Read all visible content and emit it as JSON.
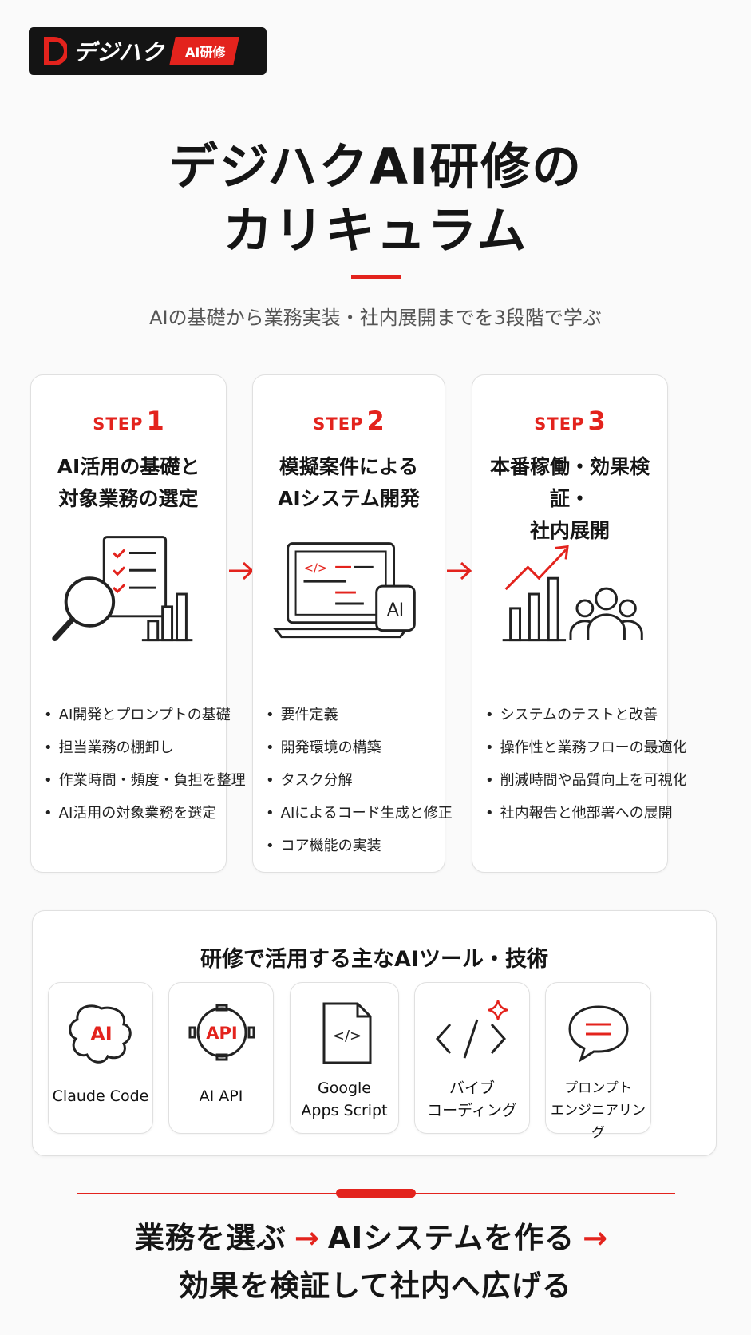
{
  "logo": {
    "name": "デジハク",
    "tag": "AI研修"
  },
  "header": {
    "title_line1": "デジハクAI研修の",
    "title_line2": "カリキュラム",
    "subtitle": "AIの基礎から業務実装・社内展開までを3段階で学ぶ"
  },
  "colors": {
    "accent": "#e3231d",
    "text": "#151515",
    "background": "#fafafa"
  },
  "steps": [
    {
      "word": "STEP",
      "number": "1",
      "title_line1": "AI活用の基礎と",
      "title_line2": "対象業務の選定",
      "icon": "checklist-magnifier-chart-icon",
      "items": [
        "AI開発とプロンプトの基礎",
        "担当業務の棚卸し",
        "作業時間・頻度・負担を整理",
        "AI活用の対象業務を選定"
      ]
    },
    {
      "word": "STEP",
      "number": "2",
      "title_line1": "模擬案件による",
      "title_line2": "AIシステム開発",
      "icon": "laptop-code-ai-icon",
      "icon_badge": "AI",
      "items": [
        "要件定義",
        "開発環境の構築",
        "タスク分解",
        "AIによるコード生成と修正",
        "コア機能の実装"
      ]
    },
    {
      "word": "STEP",
      "number": "3",
      "title_line1": "本番稼働・効果検証・",
      "title_line2": "社内展開",
      "icon": "growth-chart-team-icon",
      "items": [
        "システムのテストと改善",
        "操作性と業務フローの最適化",
        "削減時間や品質向上を可視化",
        "社内報告と他部署への展開"
      ]
    }
  ],
  "tools": {
    "title": "研修で活用する主なAIツール・技術",
    "items": [
      {
        "icon": "ai-brain-icon",
        "icon_text": "AI",
        "line1": "Claude Code",
        "line2": ""
      },
      {
        "icon": "api-gear-icon",
        "icon_text": "API",
        "line1": "AI API",
        "line2": ""
      },
      {
        "icon": "code-file-icon",
        "icon_text": "",
        "line1": "Google",
        "line2": "Apps Script"
      },
      {
        "icon": "code-sparkle-icon",
        "icon_text": "",
        "line1": "バイブ",
        "line2": "コーディング"
      },
      {
        "icon": "chat-bubble-icon",
        "icon_text": "",
        "line1": "プロンプト",
        "line2": "エンジニアリング"
      }
    ]
  },
  "footer": {
    "part1": "業務を選ぶ",
    "arrow": "→",
    "part2": "AIシステムを作る",
    "line2": "効果を検証して社内へ広げる"
  }
}
